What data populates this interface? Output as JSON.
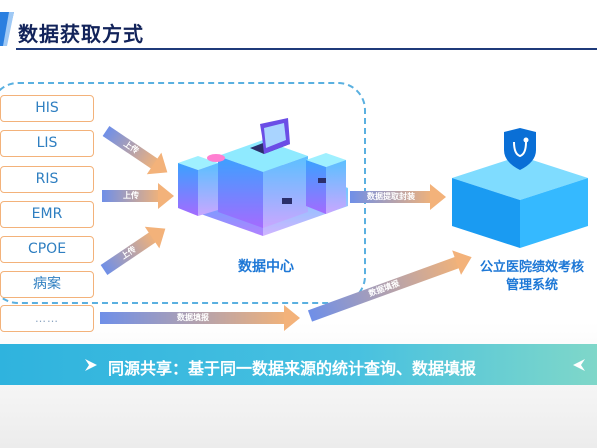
{
  "page": {
    "title": "数据获取方式"
  },
  "sources": [
    {
      "label": "HIS"
    },
    {
      "label": "LIS"
    },
    {
      "label": "RIS"
    },
    {
      "label": "EMR"
    },
    {
      "label": "CPOE"
    },
    {
      "label": "病案"
    },
    {
      "label": "……"
    }
  ],
  "arrows": {
    "upload_1": "上传",
    "upload_2": "上传",
    "upload_3": "上传",
    "to_target": "数据提取封装",
    "fill_direct": "数据填报",
    "fill_diag": "数据填报"
  },
  "center": {
    "label": "数据中心"
  },
  "target": {
    "line1": "公立医院绩效考核",
    "line2": "管理系统"
  },
  "banner": {
    "text": "同源共享：基于同一数据来源的统计查询、数据填报"
  },
  "colors": {
    "title": "#12235a",
    "accent_blue": "#1e78d6",
    "source_border": "#f3b27a",
    "banner_start": "#2fb3de",
    "banner_end": "#7fd7c9"
  }
}
